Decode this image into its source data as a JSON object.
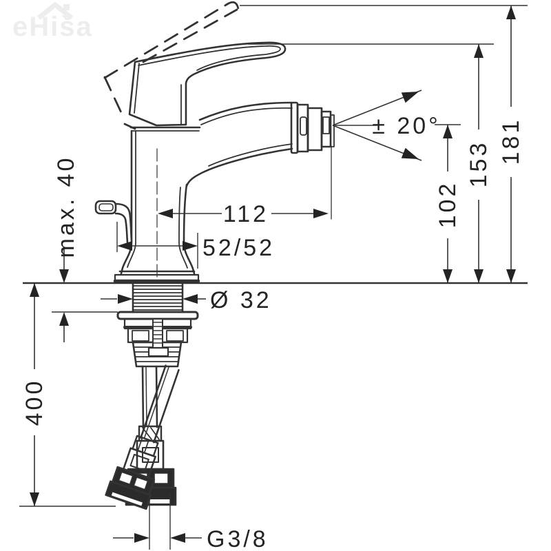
{
  "watermark": {
    "text": "eHiša"
  },
  "dims": {
    "overall_height": "181",
    "handle_height": "153",
    "spout_height": "102",
    "swivel_angle": "± 20°",
    "spout_reach": "112",
    "base_size": "52/52",
    "deck_max": "max. 40",
    "hole_dia": "Ø 32",
    "hose_length": "400",
    "thread": "G3/8"
  },
  "colors": {
    "line": "#333333",
    "text": "#242424",
    "background": "#ffffff",
    "watermark": "#ededed"
  }
}
